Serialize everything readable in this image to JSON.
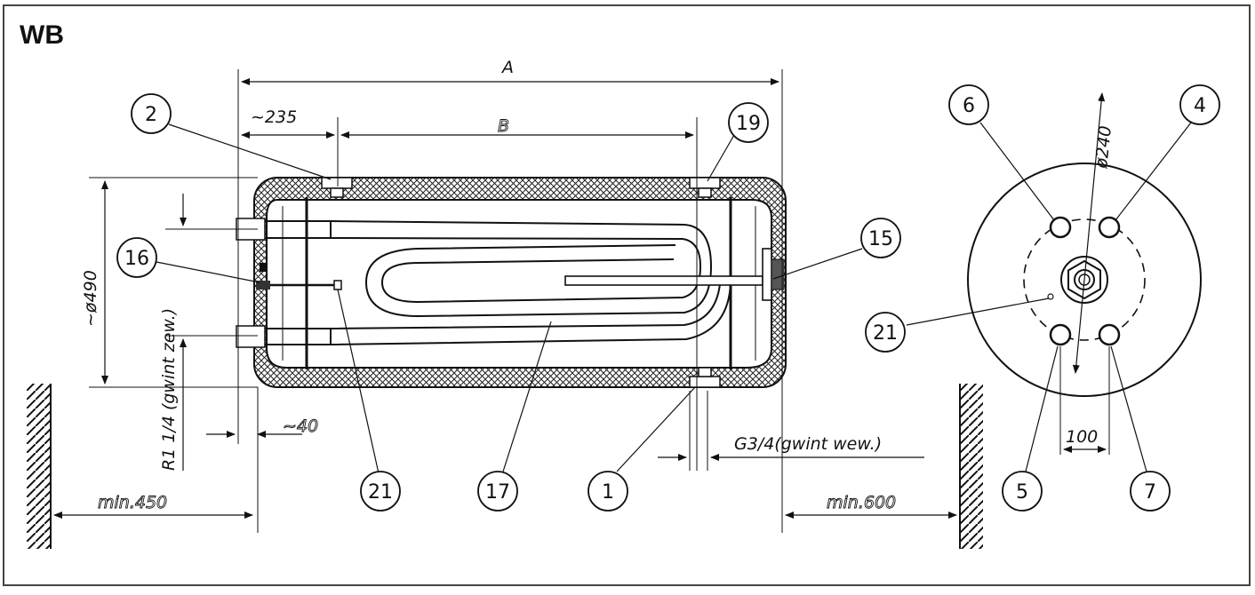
{
  "title": "WB",
  "dimensions": {
    "a": "A",
    "b": "B",
    "d235": "~235",
    "d490": "~ø490",
    "thread_r": "R1 1/4 (gwint zew.)",
    "d40": "~40",
    "g34": "G3/4(gwint wew.)",
    "min450": "min.450",
    "min600": "min.600",
    "d240": "ø240",
    "d100": "100"
  },
  "callouts": {
    "c2": "2",
    "c19": "19",
    "c16": "16",
    "c15": "15",
    "c21a": "21",
    "c17": "17",
    "c1": "1",
    "c6": "6",
    "c4": "4",
    "c21b": "21",
    "c5": "5",
    "c7": "7"
  }
}
